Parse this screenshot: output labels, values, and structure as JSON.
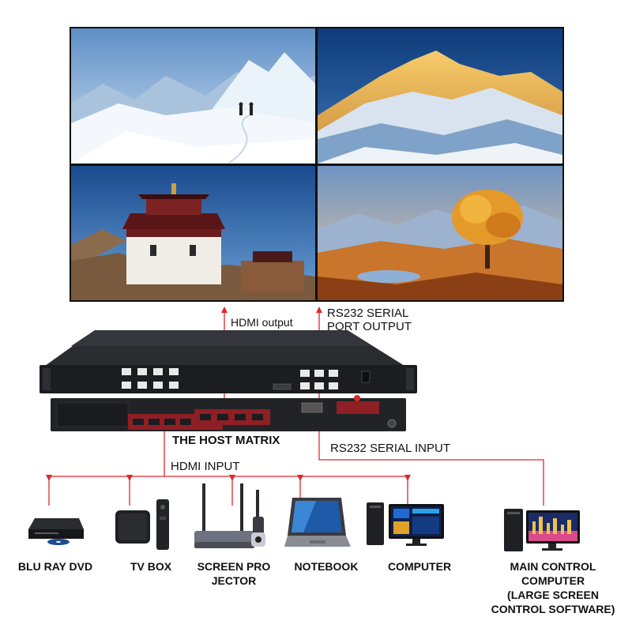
{
  "labels": {
    "hdmi_output": "HDMI output",
    "rs232_output_1": "RS232 SERIAL",
    "rs232_output_2": "PORT OUTPUT",
    "host_matrix": "THE HOST MATRIX",
    "rs232_input": "RS232 SERIAL INPUT",
    "hdmi_input": "HDMI INPUT"
  },
  "devices": [
    {
      "key": "bluray",
      "lines": [
        "BLU RAY DVD"
      ]
    },
    {
      "key": "tvbox",
      "lines": [
        "TV BOX"
      ]
    },
    {
      "key": "projector",
      "lines": [
        "SCREEN PRO",
        "JECTOR"
      ]
    },
    {
      "key": "notebook",
      "lines": [
        "NOTEBOOK"
      ]
    },
    {
      "key": "computer",
      "lines": [
        "COMPUTER"
      ]
    },
    {
      "key": "main",
      "lines": [
        "MAIN CONTROL",
        "COMPUTER",
        "(LARGE SCREEN",
        "CONTROL SOFTWARE)"
      ]
    }
  ],
  "colors": {
    "wire": "#e0262b",
    "chassis": "#1c1d20",
    "accent": "#c62a2f"
  },
  "icons": {
    "wall_panels": [
      "snow-mountain-hikers-image",
      "golden-peak-image",
      "tibetan-temple-image",
      "autumn-tree-image"
    ]
  }
}
